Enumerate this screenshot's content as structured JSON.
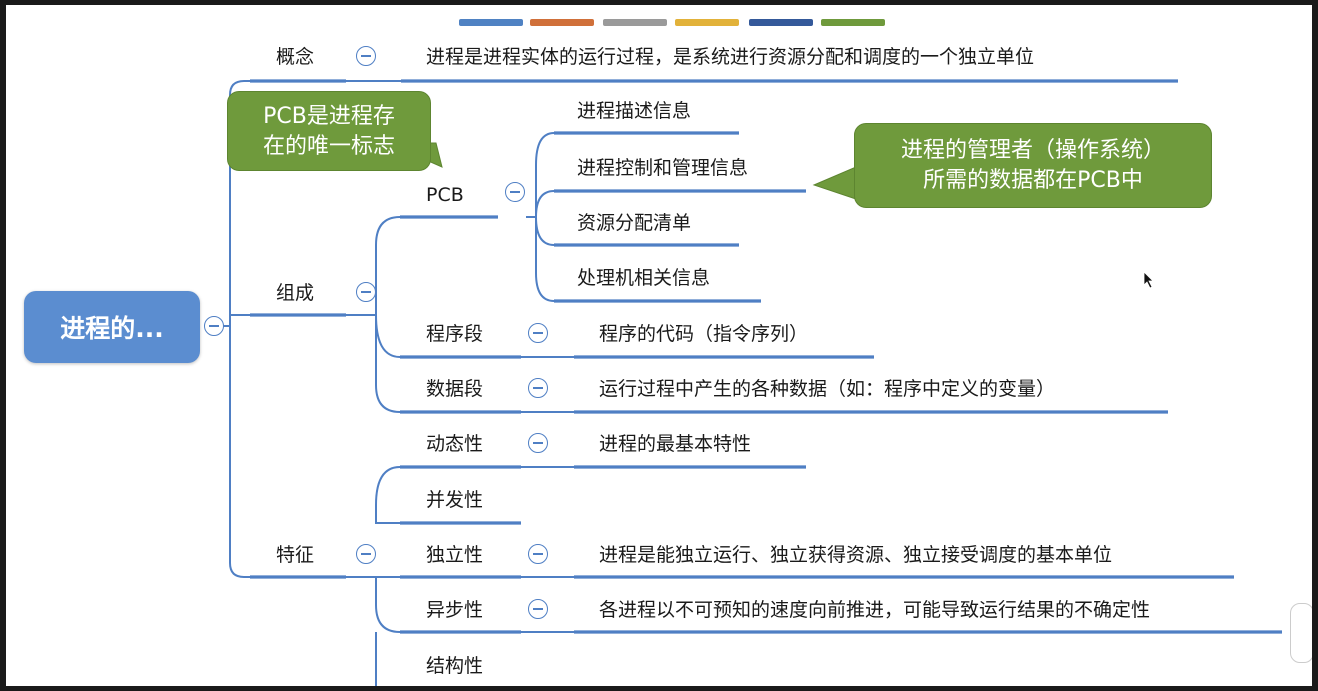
{
  "colors": {
    "branch": "#4f7fc4",
    "root_fill": "#5b8dd0",
    "callout_fill": "#6f9a3c",
    "palette": [
      "#4f82c3",
      "#d0703a",
      "#9a9a9a",
      "#e2b23a",
      "#34599a",
      "#6f9a3c"
    ]
  },
  "root": {
    "label": "进程的..."
  },
  "concept": {
    "label": "概念",
    "detail": "进程是进程实体的运行过程，是系统进行资源分配和调度的一个独立单位"
  },
  "composition": {
    "label": "组成",
    "pcb": {
      "label": "PCB",
      "items": [
        "进程描述信息",
        "进程控制和管理信息",
        "资源分配清单",
        "处理机相关信息"
      ]
    },
    "program_segment": {
      "label": "程序段",
      "detail": "程序的代码（指令序列）"
    },
    "data_segment": {
      "label": "数据段",
      "detail": "运行过程中产生的各种数据（如：程序中定义的变量）"
    }
  },
  "features": {
    "label": "特征",
    "items": [
      {
        "label": "动态性",
        "detail": "进程的最基本特性"
      },
      {
        "label": "并发性",
        "detail": ""
      },
      {
        "label": "独立性",
        "detail": "进程是能独立运行、独立获得资源、独立接受调度的基本单位"
      },
      {
        "label": "异步性",
        "detail": "各进程以不可预知的速度向前推进，可能导致运行结果的不确定性"
      },
      {
        "label": "结构性",
        "detail": ""
      }
    ]
  },
  "callouts": {
    "pcb_flag": {
      "line1": "PCB是进程存",
      "line2": "在的唯一标志"
    },
    "pcb_data": {
      "line1": "进程的管理者（操作系统）",
      "line2": "所需的数据都在PCB中"
    }
  }
}
